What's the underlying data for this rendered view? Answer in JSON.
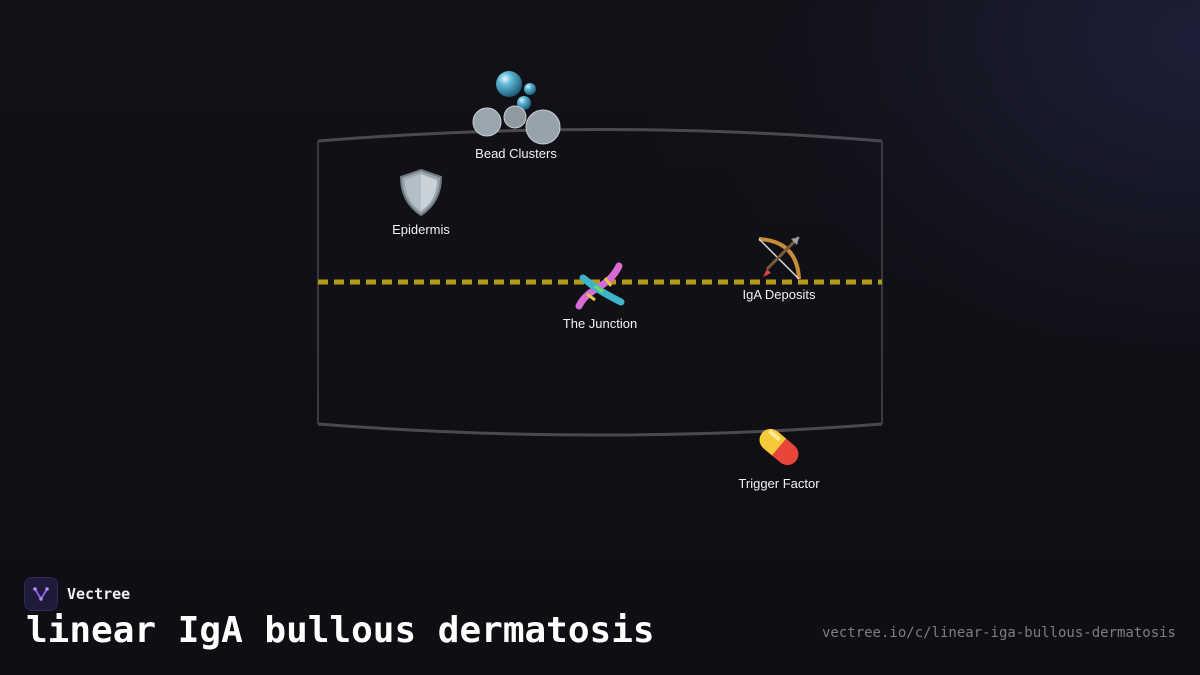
{
  "diagram": {
    "nodes": [
      {
        "id": "bead-clusters",
        "label": "Bead Clusters",
        "icon": "bubbles-icon"
      },
      {
        "id": "epidermis",
        "label": "Epidermis",
        "icon": "shield-icon"
      },
      {
        "id": "junction",
        "label": "The Junction",
        "icon": "dna-icon"
      },
      {
        "id": "iga-deposits",
        "label": "IgA Deposits",
        "icon": "bow-and-arrow-icon"
      },
      {
        "id": "trigger-factor",
        "label": "Trigger Factor",
        "icon": "pill-icon"
      }
    ],
    "colors": {
      "junction_line": "#b59a1a",
      "frame": "#4a4a4e",
      "background": "#0f0f14"
    }
  },
  "footer": {
    "brand": "Vectree",
    "title": "linear IgA bullous dermatosis",
    "url": "vectree.io/c/linear-iga-bullous-dermatosis"
  }
}
